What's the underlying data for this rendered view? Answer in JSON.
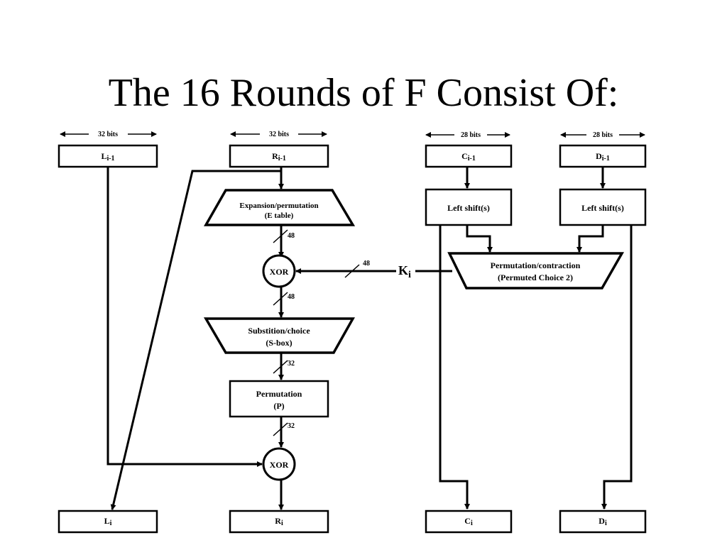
{
  "title": "The 16 Rounds of F Consist Of:",
  "widths": {
    "l": "32 bits",
    "r": "32 bits",
    "c": "28 bits",
    "d": "28 bits"
  },
  "inputs": {
    "l": {
      "base": "L",
      "sub": "i-1"
    },
    "r": {
      "base": "R",
      "sub": "i-1"
    },
    "c": {
      "base": "C",
      "sub": "i-1"
    },
    "d": {
      "base": "D",
      "sub": "i-1"
    }
  },
  "expansion": {
    "line1": "Expansion/permutation",
    "line2": "(E table)"
  },
  "xor_label": "XOR",
  "sbox": {
    "line1": "Substition/choice",
    "line2": "(S-box)"
  },
  "permutation": {
    "line1": "Permutation",
    "line2": "(P)"
  },
  "shift_label": "Left shift(s)",
  "pc2": {
    "line1": "Permutation/contraction",
    "line2": "(Permuted Choice 2)"
  },
  "key": {
    "base": "K",
    "sub": "i"
  },
  "bus_widths": {
    "e_out": "48",
    "key_in": "48",
    "xor_out": "48",
    "sbox_out": "32",
    "p_out": "32"
  },
  "outputs": {
    "l": {
      "base": "L",
      "sub": "i"
    },
    "r": {
      "base": "R",
      "sub": "i"
    },
    "c": {
      "base": "C",
      "sub": "i"
    },
    "d": {
      "base": "D",
      "sub": "i"
    }
  }
}
